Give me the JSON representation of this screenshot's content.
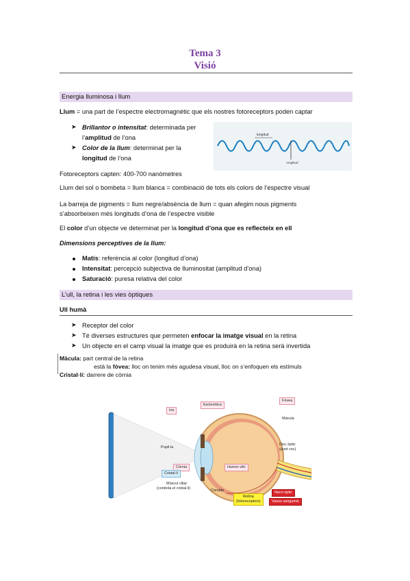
{
  "header": {
    "title_line1": "Tema 3",
    "title_line2": "Visió"
  },
  "section1": {
    "heading": "Energia lluminosa i llum",
    "def_term": "Llum",
    "def_text": " = una part de l’espectre electromagnètic que els nostres fotoreceptors poden captar",
    "bullet1_term": "Brillantor o intensitat",
    "bullet1_text": ": determinada per",
    "bullet1_line2_prefix": "l’",
    "bullet1_line2_bold": "amplitud",
    "bullet1_line2_suffix": " de l’ona",
    "bullet2_term": "Color de la llum",
    "bullet2_text": ": determinat per la",
    "bullet2_line2_bold": "longitud",
    "bullet2_line2_suffix": " de l’ona",
    "fotoreceptors": "Fotoreceptors capten: 400-700 nanòmetres",
    "sun": "Llum del sol o bombeta = llum blanca = combinació de tots els colors de l’espectre visual",
    "pigments_line1": "La barreja de pigments = llum negre/absència de llum = quan afegim nous pigments",
    "pigments_line2": "s’absorbeixen més longituds d’ona de l’espectre visible",
    "color_prefix": "El ",
    "color_bold1": "color",
    "color_mid": " d’un objecte ve determinat per la ",
    "color_bold2": "longitud d’ona que es reflecteix en ell",
    "dimensions_heading": "Dimensions perceptives de la llum:",
    "dims": [
      {
        "term": "Matís",
        "text": ": referència al color (longitud d’ona)"
      },
      {
        "term": "Intensitat",
        "text": ": percepció subjectiva de lluminositat (amplitud d’ona)"
      },
      {
        "term": "Saturació",
        "text": ": puresa relativa del color"
      }
    ],
    "wave": {
      "label_top": "longitud",
      "label_bottom": "Amplitud"
    }
  },
  "section2": {
    "heading": "L’ull, la retina i les vies òptiques",
    "subheading": "Ull humà",
    "bullets": [
      {
        "pre": "Receptor del color",
        "bold": "",
        "post": ""
      },
      {
        "pre": "Té diverses estructures que permeten ",
        "bold": "enfocar la imatge visual",
        "post": " en la retina"
      },
      {
        "pre": "Un objecte en el camp visual la imatge que es produirà en la retina serà invertida",
        "bold": "",
        "post": ""
      }
    ],
    "macula_term": "Màcula: ",
    "macula_text": "part central de la retina",
    "fovea_pre": "està la ",
    "fovea_term": "fòvea: ",
    "fovea_text": "lloc on tenim més agudesa visual, lloc on s’enfoquen els estímuls",
    "cristal_term": "Cristal·lí: ",
    "cristal_text": "darrere de còrnia"
  },
  "eye_diagram": {
    "labels": {
      "esclerotica": "Esclerótica",
      "iris": "Iris",
      "fovea": "Fóvea",
      "macula": "Mácula",
      "pupila": "Pupil·la",
      "disc_line1": "Disc òptic",
      "disc_line2": "(punt cec)",
      "cornia": "Còrnia",
      "cristalli": "Cristal·lí",
      "humor": "Humor vitri",
      "muscul_line1": "Múscul ciliar",
      "muscul_line2": "(controla el cristal.lí)",
      "coroide": "Coroide",
      "retina_line1": "Retina",
      "retina_line2": "(fotoreceptors)",
      "nervi": "Nervi òptic",
      "vasos": "Vasos sanguinis"
    }
  }
}
